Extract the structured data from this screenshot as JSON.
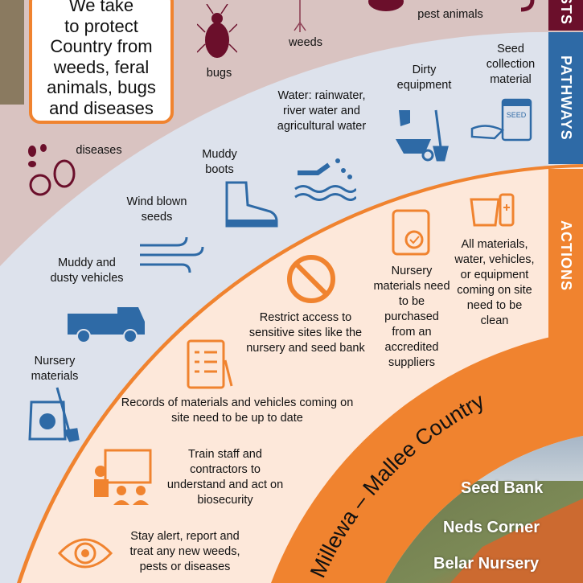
{
  "intro": {
    "lines": [
      "We take",
      "to protect",
      "Country from",
      "weeds, feral",
      "animals, bugs",
      "and diseases"
    ]
  },
  "tabs": {
    "pests": "PESTS",
    "pathways": "PATHWAYS",
    "actions": "ACTIONS"
  },
  "pests": {
    "bugs": "bugs",
    "weeds": "weeds",
    "pest_animals": "pest animals",
    "diseases": "diseases"
  },
  "pathways": {
    "seed": "Seed collection material",
    "equipment": "Dirty equipment",
    "water": "Water: rainwater, river water and agricultural water",
    "boots": "Muddy boots",
    "wind": "Wind blown seeds",
    "vehicles": "Muddy and dusty vehicles",
    "nursery": "Nursery materials",
    "seed_jar_label": "SEED"
  },
  "actions": {
    "clean": "All materials, water, vehicles, or equipment coming on site need to be clean",
    "purchase": "Nursery materials need to be purchased from an accredited suppliers",
    "restrict": "Restrict access to sensitive sites like the nursery and seed bank",
    "records": "Records of materials and vehicles coming on site need to be up to date",
    "train": "Train staff and contractors to understand and act on biosecurity",
    "alert": "Stay alert, report and treat any new weeds, pests or diseases"
  },
  "country": {
    "title": "Millewa – Mallee Country",
    "places": [
      "Seed Bank",
      "Neds Corner",
      "Belar Nursery"
    ]
  },
  "colors": {
    "pests": "#6b0f2b",
    "pathways": "#2e6aa6",
    "actions": "#f0832f",
    "pests_bg": "#d9c3c1",
    "pathways_bg": "#dde2ec",
    "actions_bg": "#fde8da"
  }
}
